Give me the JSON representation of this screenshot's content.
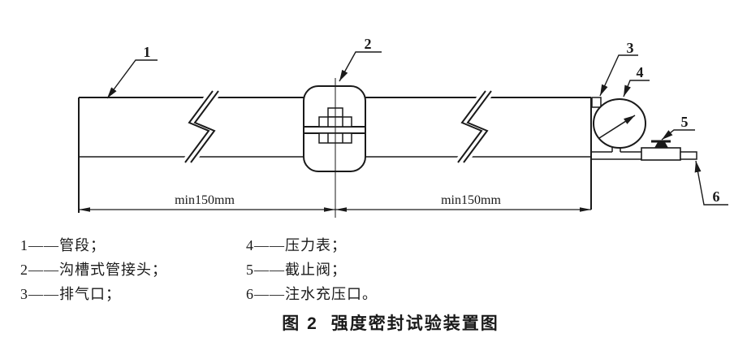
{
  "diagram": {
    "part_labels": [
      "1",
      "2",
      "3",
      "4",
      "5",
      "6"
    ],
    "dimensions": {
      "left": "min150mm",
      "right": "min150mm"
    }
  },
  "legend": {
    "left": [
      "1——管段；",
      "2——沟槽式管接头；",
      "3——排气口；"
    ],
    "right": [
      "4——压力表；",
      "5——截止阀；",
      "6——注水充压口。"
    ]
  },
  "caption": {
    "figure_no": "图 2",
    "title": "强度密封试验装置图"
  },
  "colors": {
    "ink": "#1a1a1a",
    "paper": "#ffffff"
  }
}
